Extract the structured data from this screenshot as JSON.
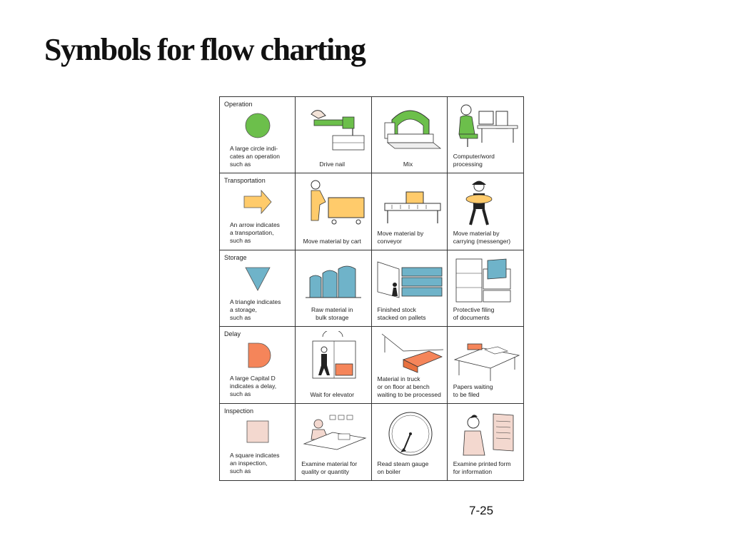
{
  "title": "Symbols for flow charting",
  "page_number": "7-25",
  "colors": {
    "operation": "#6cbf4b",
    "transportation": "#ffcb6b",
    "storage": "#6fb3c9",
    "delay": "#f5855a",
    "inspection": "#f3d8cf"
  },
  "rows": [
    {
      "category": "Operation",
      "symbol": "circle-icon",
      "description": "A large circle indi-\ncates an operation\nsuch as",
      "examples": [
        "Drive nail",
        "Mix",
        "Computer/word\nprocessing"
      ]
    },
    {
      "category": "Transportation",
      "symbol": "arrow-icon",
      "description": "An arrow indicates\na transportation,\nsuch as",
      "examples": [
        "Move material by cart",
        "Move material by\nconveyor",
        "Move material by\ncarrying (messenger)"
      ]
    },
    {
      "category": "Storage",
      "symbol": "triangle-icon",
      "description": "A triangle indicates\na storage,\nsuch as",
      "examples": [
        "Raw material in\nbulk storage",
        "Finished stock\nstacked on pallets",
        "Protective filing\nof documents"
      ]
    },
    {
      "category": "Delay",
      "symbol": "capital-d-icon",
      "description": "A large Capital D\nindicates a delay,\nsuch as",
      "examples": [
        "Wait for elevator",
        "Material in truck\nor on floor at bench\nwaiting to be processed",
        "Papers waiting\nto be filed"
      ]
    },
    {
      "category": "Inspection",
      "symbol": "square-icon",
      "description": "A square indicates\nan inspection,\nsuch as",
      "examples": [
        "Examine material for\nquality or quantity",
        "Read steam gauge\non boiler",
        "Examine printed form\nfor information"
      ]
    }
  ]
}
